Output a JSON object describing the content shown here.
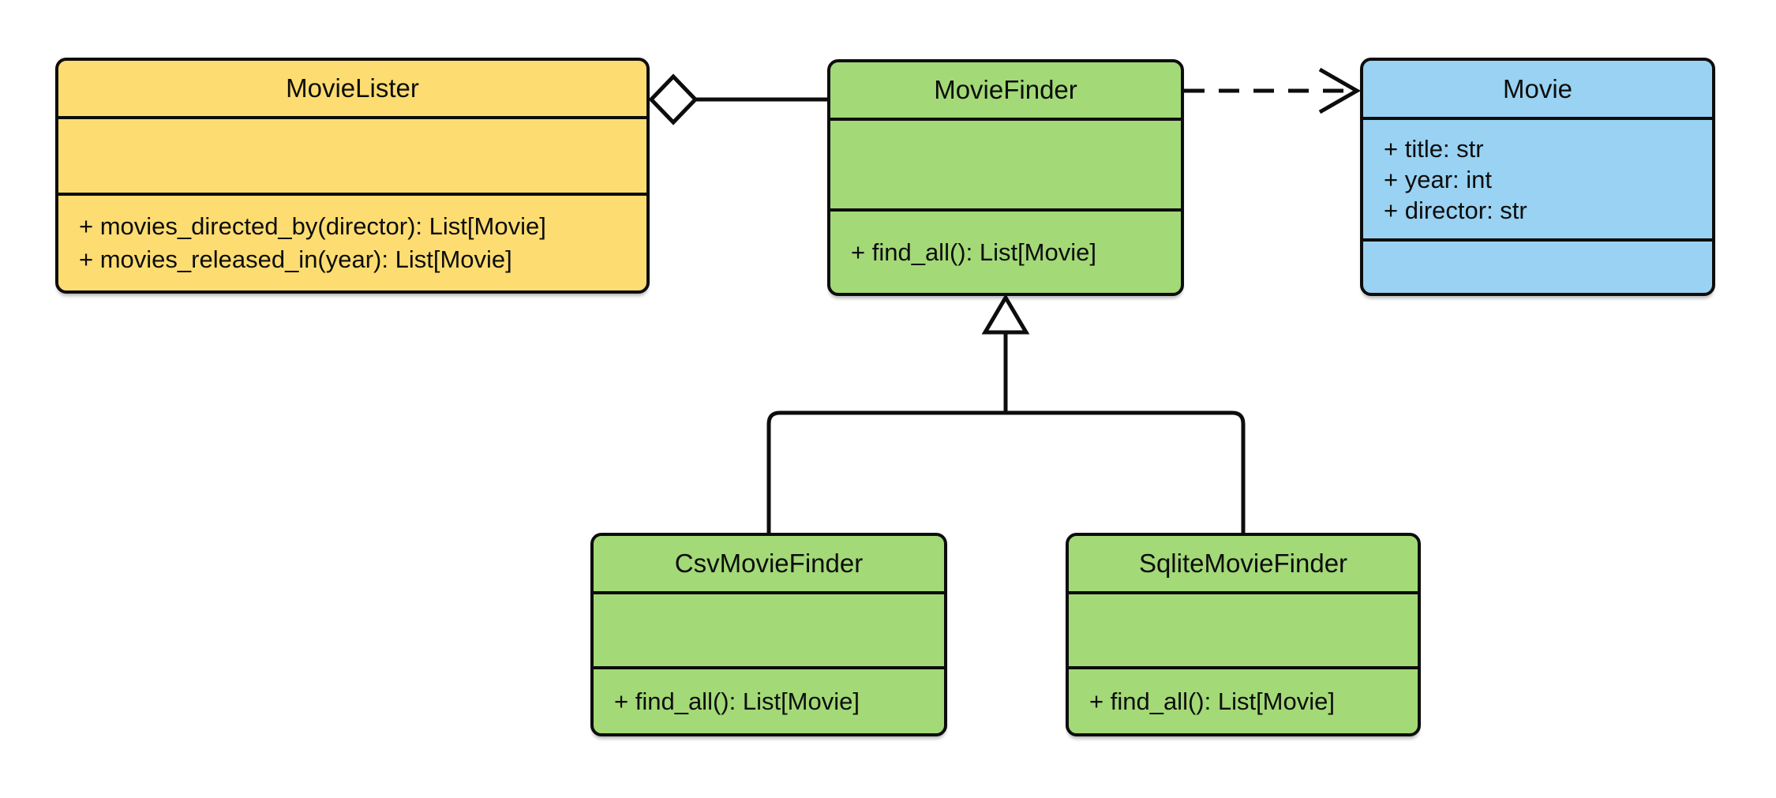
{
  "diagram": {
    "type": "uml-class-diagram",
    "classes": {
      "movie_lister": {
        "name": "MovieLister",
        "attributes": [],
        "methods": [
          "+ movies_directed_by(director): List[Movie]",
          "+ movies_released_in(year): List[Movie]"
        ]
      },
      "movie_finder": {
        "name": "MovieFinder",
        "attributes": [],
        "methods": [
          "+ find_all(): List[Movie]"
        ]
      },
      "movie": {
        "name": "Movie",
        "attributes": [
          "+ title: str",
          "+ year: int",
          "+ director: str"
        ],
        "methods": []
      },
      "csv_movie_finder": {
        "name": "CsvMovieFinder",
        "attributes": [],
        "methods": [
          "+ find_all(): List[Movie]"
        ]
      },
      "sqlite_movie_finder": {
        "name": "SqliteMovieFinder",
        "attributes": [],
        "methods": [
          "+ find_all(): List[Movie]"
        ]
      }
    },
    "relationships": [
      {
        "type": "aggregation",
        "from": "MovieLister",
        "to": "MovieFinder"
      },
      {
        "type": "dependency",
        "from": "MovieFinder",
        "to": "Movie"
      },
      {
        "type": "generalization",
        "from": "CsvMovieFinder",
        "to": "MovieFinder"
      },
      {
        "type": "generalization",
        "from": "SqliteMovieFinder",
        "to": "MovieFinder"
      }
    ],
    "colors": {
      "movie_lister_fill": "#fddd71",
      "finder_fill": "#a3d977",
      "movie_fill": "#99d2f2",
      "stroke": "#0d0d0d",
      "background": "#ffffff"
    }
  }
}
